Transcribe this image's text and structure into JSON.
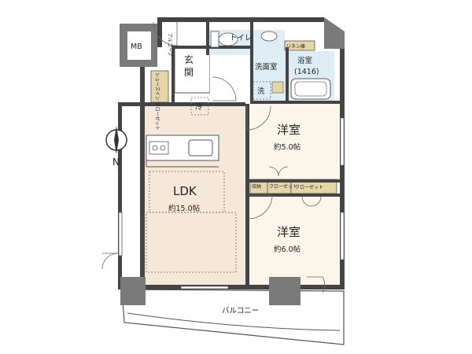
{
  "rooms": {
    "ldk": {
      "name": "LDK",
      "size": "約15.0帖"
    },
    "western1": {
      "name": "洋室",
      "size": "約5.0帖"
    },
    "western2": {
      "name": "洋室",
      "size": "約6.0帖"
    },
    "entrance": "玄関",
    "toilet": "トイレ",
    "washroom": "洗面室",
    "bath": {
      "name": "浴室",
      "size": "(1416)"
    },
    "linen": "リネン庫",
    "mb": "MB",
    "alcove": "アルコーブ",
    "shoe_closet": "シューズイン クローゼット",
    "fridge": "冷",
    "washer": "洗",
    "storage": "収納",
    "closet_small": "クローゼット",
    "closet": "クローゼット",
    "balcony": "バルコニー"
  },
  "compass": {
    "north_label": "N"
  },
  "colors": {
    "ldk_floor": "#f6e8d8",
    "room_floor": "#fbf6ea",
    "wet_area": "#deedf5",
    "closet": "#e4d6a8",
    "balcony": "#ffffff",
    "wall": "#444444",
    "pillar": "#7a7a7a"
  }
}
